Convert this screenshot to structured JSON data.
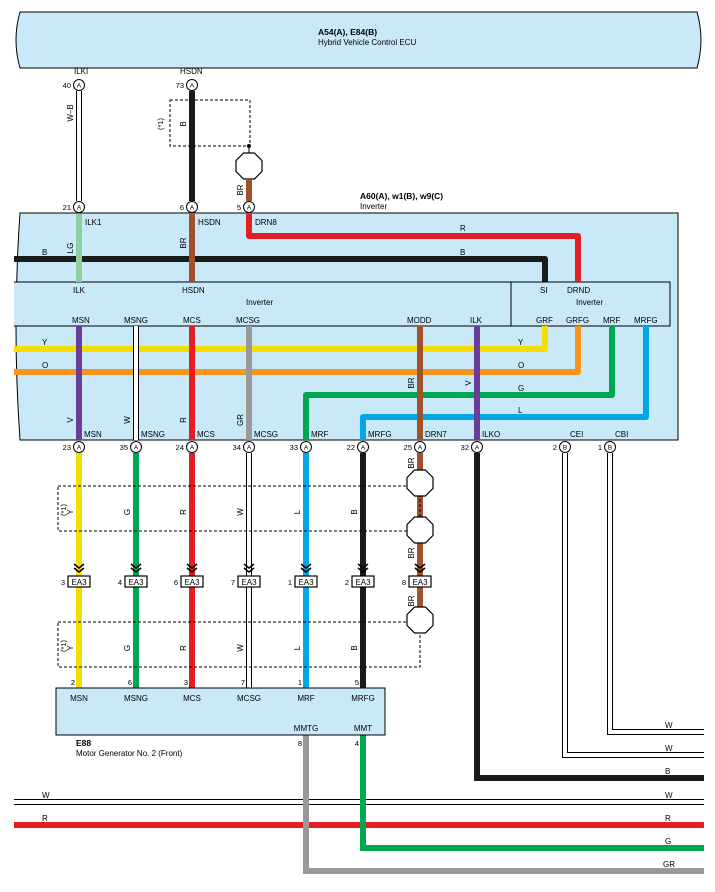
{
  "ecu": {
    "connectors": "A54(A), E84(B)",
    "name": "Hybrid Vehicle Control ECU",
    "terminals": [
      {
        "name": "ILKI",
        "pin": "40",
        "conn": "A"
      },
      {
        "name": "HSDN",
        "pin": "73",
        "conn": "A"
      }
    ]
  },
  "inverter": {
    "connectors": "A60(A), w1(B), w9(C)",
    "name": "Inverter",
    "inner_name": "Inverter",
    "top_pins": [
      {
        "pin": "21",
        "conn": "A",
        "name": "ILK1"
      },
      {
        "pin": "6",
        "conn": "A",
        "name": "HSDN"
      },
      {
        "pin": "5",
        "conn": "A",
        "name": "DRN8"
      }
    ],
    "bus_labels": {
      "ilk": "ILK",
      "hsdn": "HSDN",
      "si": "SI",
      "drnd": "DRND"
    },
    "motor_signals": [
      "MSN",
      "MSNG",
      "MCS",
      "MCSG",
      "MODD",
      "ILK"
    ],
    "right_signals": [
      "GRF",
      "GRFG",
      "MRF",
      "MRFG"
    ],
    "bottom_pins": [
      {
        "pin": "23",
        "conn": "A",
        "name": "MSN"
      },
      {
        "pin": "35",
        "conn": "A",
        "name": "MSNG"
      },
      {
        "pin": "24",
        "conn": "A",
        "name": "MCS"
      },
      {
        "pin": "34",
        "conn": "A",
        "name": "MCSG"
      },
      {
        "pin": "33",
        "conn": "A",
        "name": "MRF"
      },
      {
        "pin": "22",
        "conn": "A",
        "name": "MRFG"
      },
      {
        "pin": "25",
        "conn": "A",
        "name": "DRN7"
      },
      {
        "pin": "32",
        "conn": "A",
        "name": "ILKO"
      },
      {
        "pin": "2",
        "conn": "B",
        "name": "CEI"
      },
      {
        "pin": "1",
        "conn": "B",
        "name": "CBI"
      }
    ]
  },
  "motor": {
    "connector": "E88",
    "name": "Motor Generator No. 2 (Front)",
    "pins": [
      {
        "pin": "2",
        "name": "MSN"
      },
      {
        "pin": "6",
        "name": "MSNG"
      },
      {
        "pin": "3",
        "name": "MCS"
      },
      {
        "pin": "7",
        "name": "MCSG"
      },
      {
        "pin": "1",
        "name": "MRF"
      },
      {
        "pin": "5",
        "name": "MRFG"
      }
    ],
    "lower_pins": [
      {
        "pin": "8",
        "name": "MMTG"
      },
      {
        "pin": "4",
        "name": "MMT"
      }
    ]
  },
  "junction": {
    "name": "EA3",
    "pins": [
      "3",
      "4",
      "6",
      "7",
      "1",
      "2",
      "8"
    ]
  },
  "shield_note": "(*1)",
  "wire_colors": {
    "w_b": "W–B",
    "b": "B",
    "br": "BR",
    "lg": "LG",
    "r": "R",
    "y": "Y",
    "o": "O",
    "g": "G",
    "l": "L",
    "v": "V",
    "w": "W",
    "gr": "GR"
  },
  "colors": {
    "box": "#c9e9f8",
    "yellow": "#f5dd00",
    "orange": "#f7941d",
    "purple": "#6a3d9a",
    "red": "#e31e24",
    "gray": "#999999",
    "green": "#00a650",
    "blue": "#00a8e8",
    "brown": "#a0522d",
    "black": "#1a1a1a",
    "lg": "#8fd19e"
  }
}
